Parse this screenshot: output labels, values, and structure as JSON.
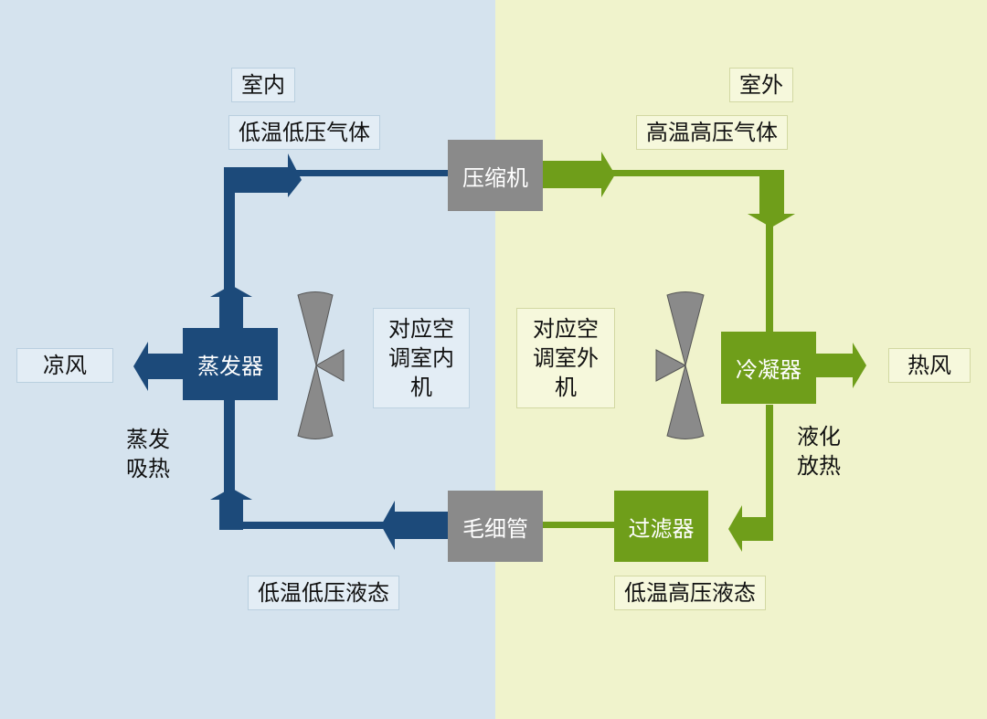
{
  "diagram": {
    "indoor_label": "室内",
    "outdoor_label": "室外",
    "low_temp_low_pressure_gas": "低温低压气体",
    "high_temp_high_pressure_gas": "高温高压气体",
    "low_temp_low_pressure_liquid": "低温低压液态",
    "low_temp_high_pressure_liquid": "低温高压液态",
    "compressor": "压缩机",
    "evaporator": "蒸发器",
    "condenser": "冷凝器",
    "capillary_tube": "毛细管",
    "filter": "过滤器",
    "cool_air": "凉风",
    "hot_air": "热风",
    "evaporate_absorb_heat": "蒸发\n吸热",
    "liquefy_release_heat": "液化\n放热",
    "indoor_unit": "对应空\n调室内\n机",
    "outdoor_unit": "对应空\n调室外\n机",
    "colors": {
      "indoor_bg": "#d5e3ee",
      "outdoor_bg": "#f0f3cc",
      "indoor_pipe": "#1c4a7a",
      "outdoor_pipe": "#6f9e1a",
      "component_gray": "#8a8a8a",
      "fan": "#8a8a8a"
    }
  }
}
